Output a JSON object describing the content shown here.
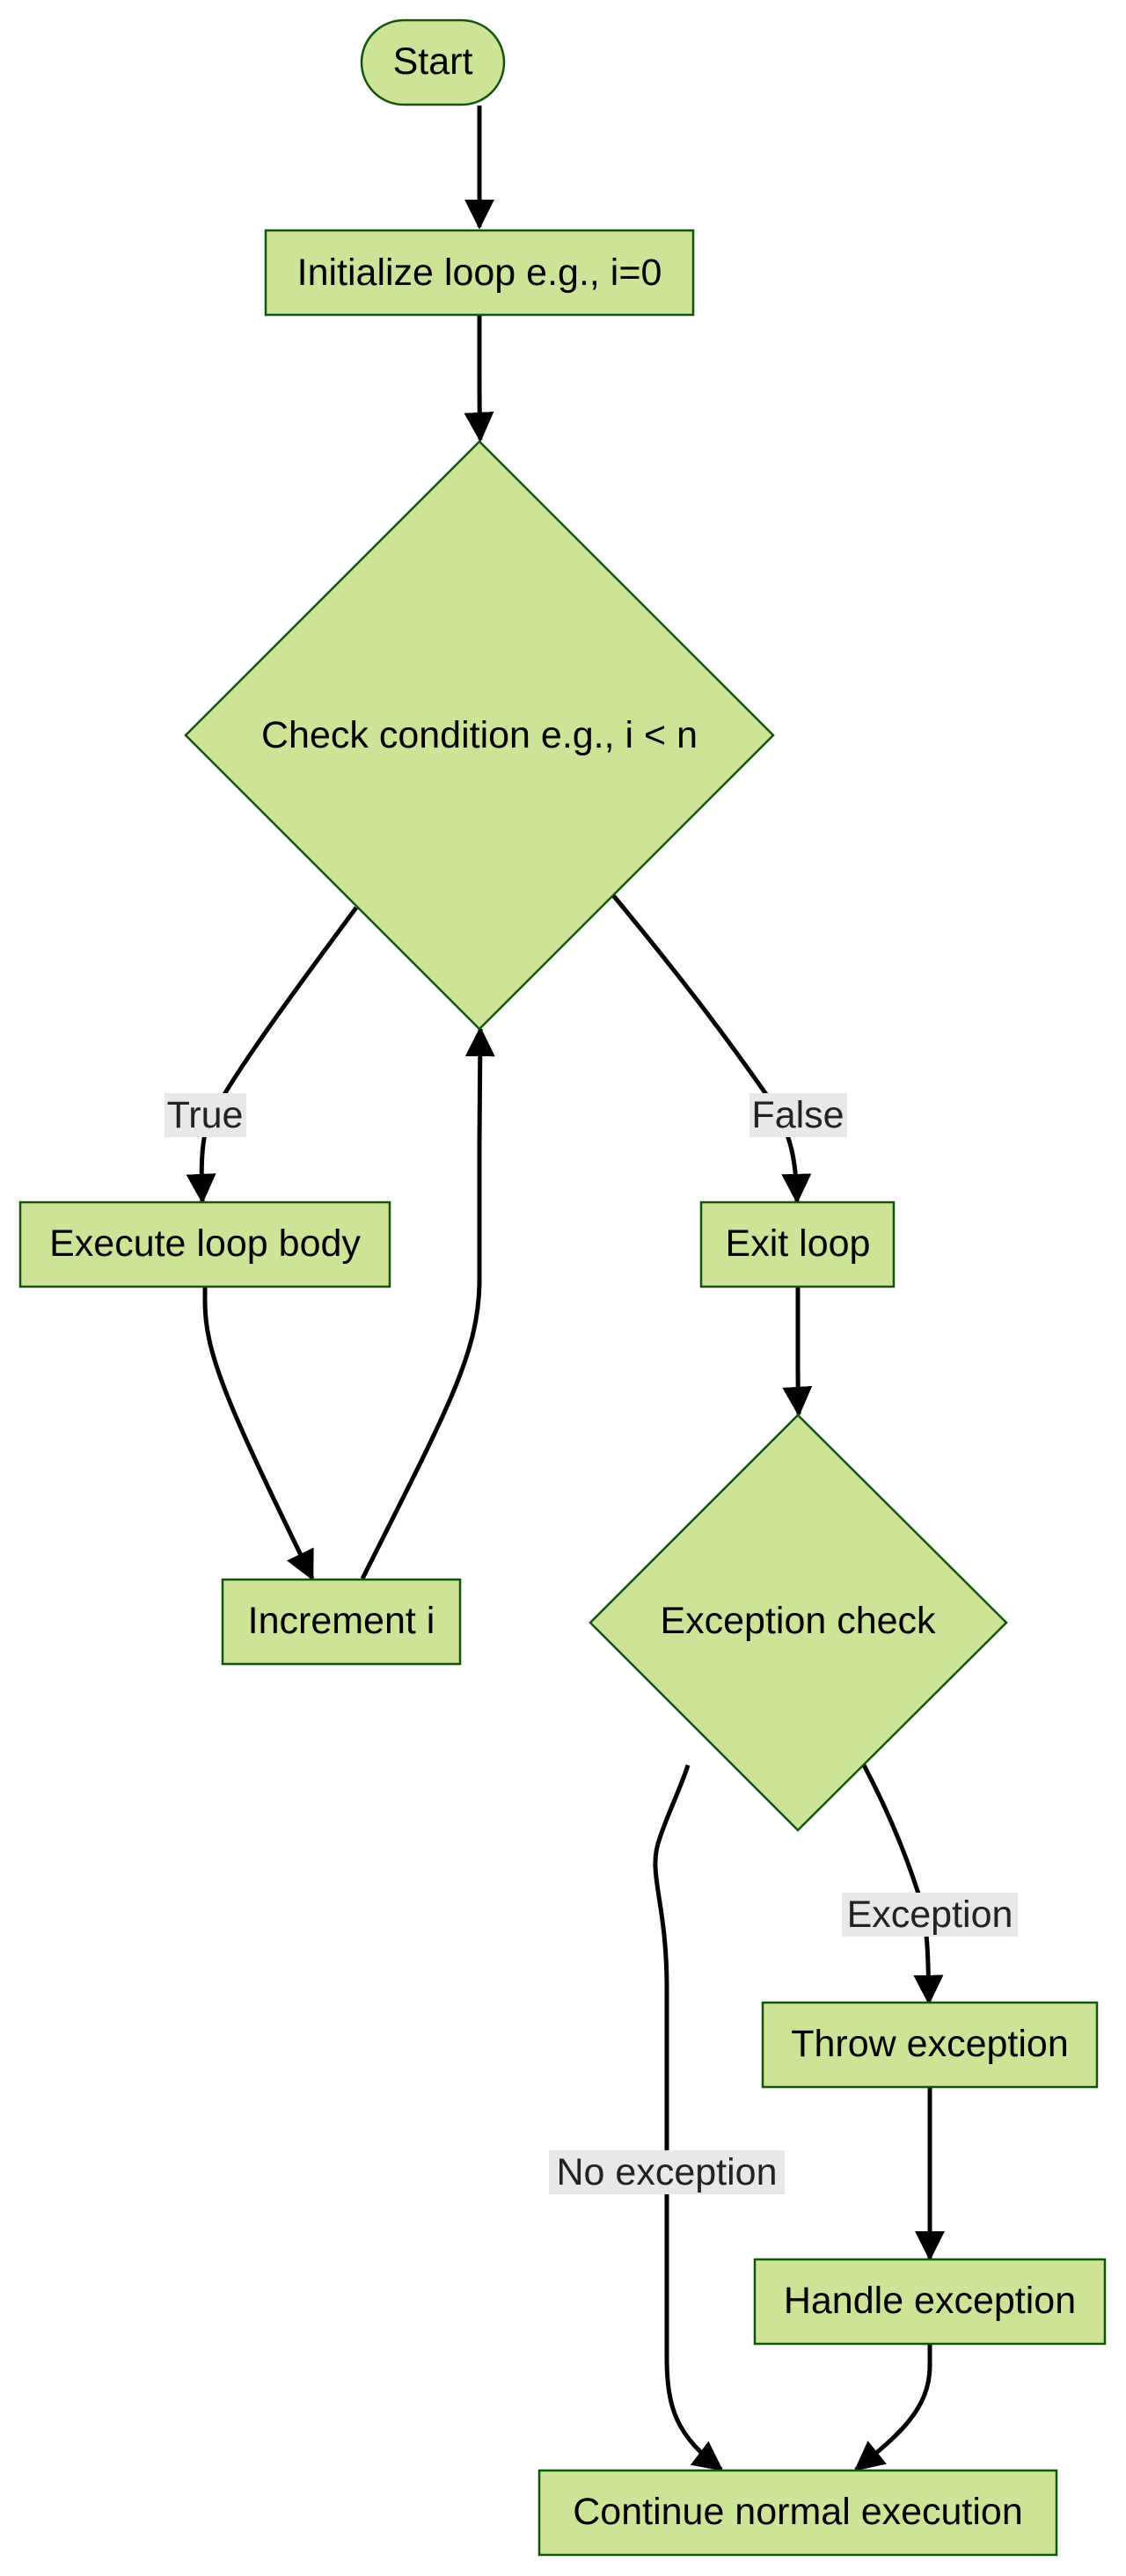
{
  "nodes": {
    "start": "Start",
    "init": "Initialize loop e.g., i=0",
    "check": "Check condition e.g., i < n",
    "body": "Execute loop body",
    "increment": "Increment i",
    "exit": "Exit loop",
    "exception_check": "Exception check",
    "throw": "Throw exception",
    "handle": "Handle exception",
    "continue": "Continue normal execution"
  },
  "edge_labels": {
    "true": "True",
    "false": "False",
    "exception": "Exception",
    "no_exception": "No exception"
  },
  "colors": {
    "node_fill": "#cde498",
    "node_stroke": "#13540c",
    "edge": "#000000",
    "label_bg": "#e8e8e8"
  }
}
